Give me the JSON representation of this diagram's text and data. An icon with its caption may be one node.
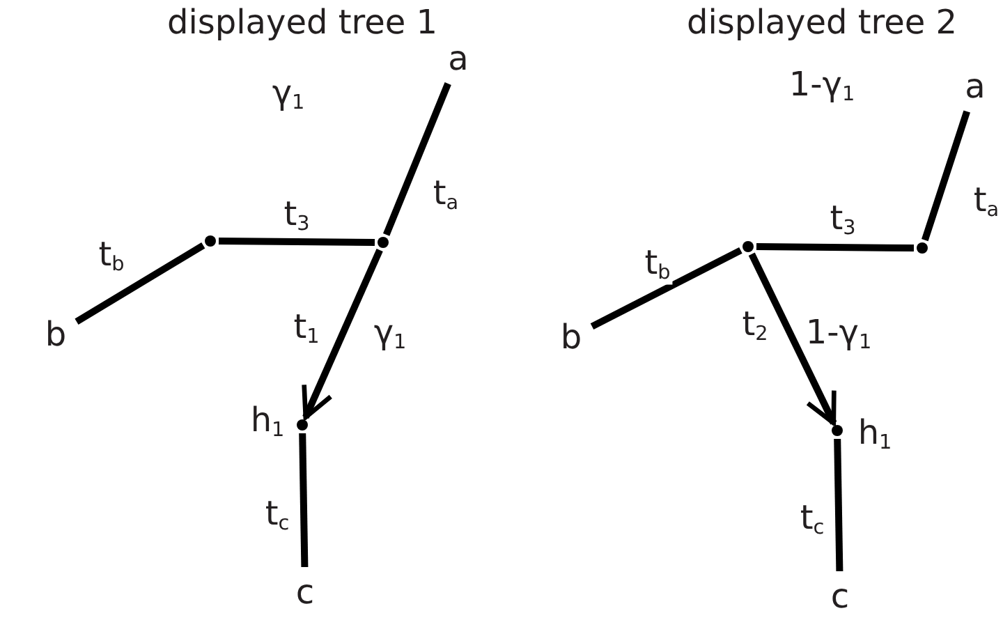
{
  "diagram": {
    "nodes": [
      {
        "text": [
          "a"
        ]
      },
      {
        "text": [],
        "shape": "circle"
      },
      {
        "text": [],
        "shape": "circle"
      },
      {
        "text": [
          "b"
        ]
      },
      {
        "text": [],
        "shape": "circle",
        "beside": [
          "h$_{1}$"
        ]
      },
      {
        "text": [
          "c"
        ]
      },
      {
        "text": [
          "a"
        ]
      },
      {
        "text": [],
        "shape": "circle"
      },
      {
        "text": [],
        "shape": "circle"
      },
      {
        "text": [
          "b"
        ]
      },
      {
        "text": [],
        "shape": "circle",
        "beside": [
          "h$_{1}$"
        ]
      },
      {
        "text": [
          "c"
        ]
      }
    ],
    "edges": [
      {
        "from": 2,
        "to": 0,
        "arrow": "none",
        "label": "t$_{a}$"
      },
      {
        "from": 1,
        "to": 2,
        "arrow": "none",
        "label": "t$_{3}$"
      },
      {
        "from": 3,
        "to": 1,
        "arrow": "none",
        "label": "t$_{b}$"
      },
      {
        "from": 2,
        "to": 4,
        "arrow": "to",
        "label": "t$_{1}$"
      },
      {
        "from": 4,
        "to": 5,
        "arrow": "none",
        "label": "t$_{c}$"
      },
      {
        "from": 8,
        "to": 6,
        "arrow": "none",
        "label": "t$_{a}$"
      },
      {
        "from": 7,
        "to": 8,
        "arrow": "none",
        "label": "t$_{3}$"
      },
      {
        "from": 9,
        "to": 7,
        "arrow": "none",
        "label": "t$_{b}$"
      },
      {
        "from": 7,
        "to": 10,
        "arrow": "to",
        "label": "t$_{2}$"
      },
      {
        "from": 10,
        "to": 11,
        "arrow": "none",
        "label": "t$_{c}$"
      }
    ],
    "labels": [
      "displayed tree 1",
      "displayed tree 2",
      "γ$_{1}$",
      "1-γ$_{1}$",
      "γ$_{1}$",
      "1-γ$_{1}$"
    ]
  }
}
